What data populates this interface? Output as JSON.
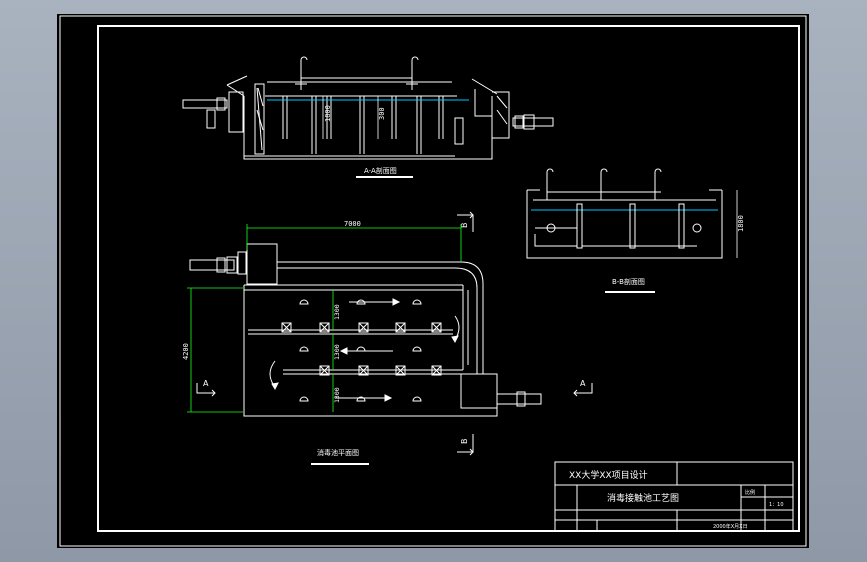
{
  "drawing": {
    "views": {
      "section_aa": {
        "title": "A-A剖面图",
        "depth_dims": [
          "1800",
          "300"
        ]
      },
      "section_bb": {
        "title": "B-B剖面图",
        "height_dim": "1800"
      },
      "plan": {
        "title": "消毒池平面图",
        "length_dim": "7000",
        "width_dim": "4200",
        "baffle_dims": [
          "1300",
          "1300",
          "1300"
        ],
        "section_markers": {
          "a_left": "A",
          "a_right": "A",
          "b_top": "B",
          "b_bottom": "B"
        }
      }
    },
    "title_block": {
      "school_project": "XX大学XX项目设计",
      "drawing_name": "消毒接触池工艺图",
      "scale_label": "比例",
      "scale_value": "1：10",
      "date": "2000年X月X日"
    }
  },
  "colors": {
    "sheet_background": "#000000",
    "line_white": "#ffffff",
    "water_line": "#00c8ff",
    "dimension_green": "#19ff19"
  }
}
